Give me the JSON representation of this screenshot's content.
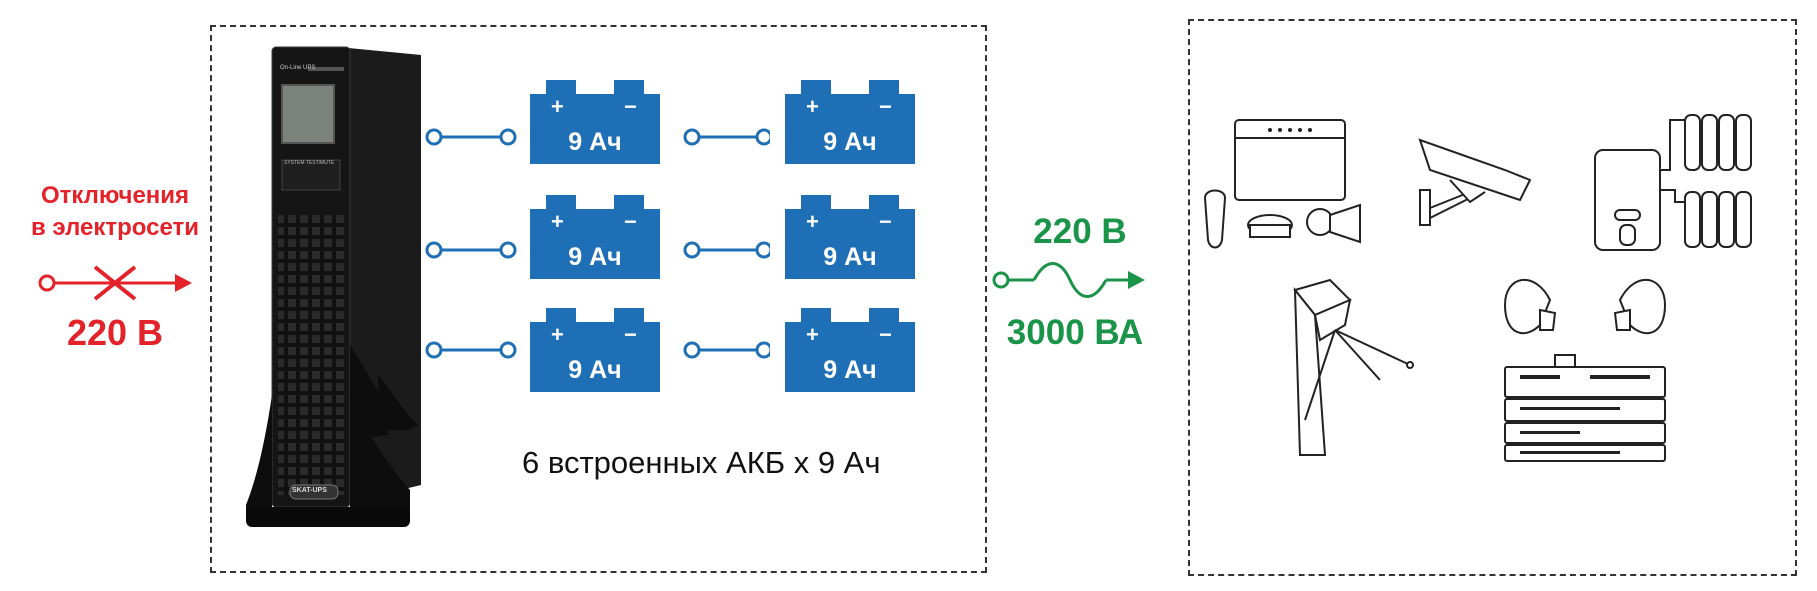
{
  "input": {
    "label_line1": "Отключения",
    "label_line2": "в электросети",
    "voltage": "220 В",
    "color": "#e32229"
  },
  "ups": {
    "panel_label": "On-Line UPS",
    "button_labels": "SYSTEM TEST/MUTE",
    "brand": "SKAT-UPS"
  },
  "batteries": {
    "items": [
      "9 Ач",
      "9 Ач",
      "9 Ач",
      "9 Ач",
      "9 Ач",
      "9 Ач"
    ],
    "plus": "+",
    "minus": "−",
    "color": "#1e6fb5",
    "caption": "6 встроенных АКБ х 9 Ач"
  },
  "output": {
    "voltage": "220 В",
    "power": "3000 ВА",
    "color": "#1a9448"
  },
  "loads": {
    "icons": [
      "security-panel-icon",
      "cctv-camera-icon",
      "heating-boiler-icon",
      "turnstile-icon",
      "pa-system-icon"
    ]
  }
}
